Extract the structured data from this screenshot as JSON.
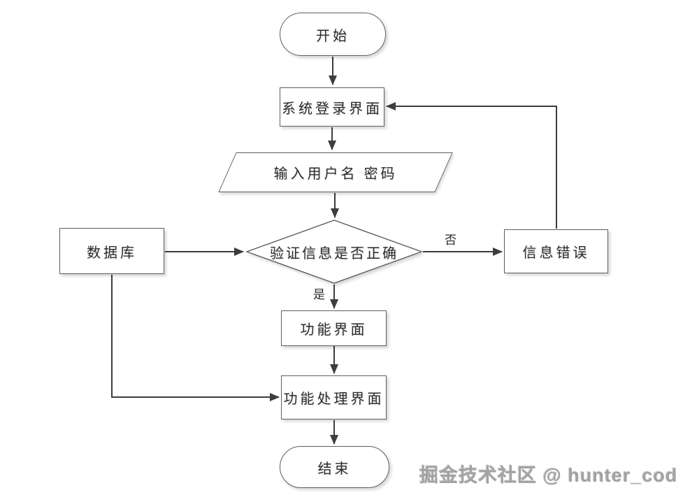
{
  "diagram": {
    "type": "flowchart",
    "nodes": {
      "start": {
        "label": "开始",
        "shape": "terminator"
      },
      "login": {
        "label": "系统登录界面",
        "shape": "process"
      },
      "input": {
        "label": "输入用户名 密码",
        "shape": "input-output"
      },
      "verify": {
        "label": "验证信息是否正确",
        "shape": "decision"
      },
      "database": {
        "label": "数据库",
        "shape": "process"
      },
      "error": {
        "label": "信息错误",
        "shape": "process"
      },
      "function": {
        "label": "功能界面",
        "shape": "process"
      },
      "handle": {
        "label": "功能处理界面",
        "shape": "process"
      },
      "end": {
        "label": "结束",
        "shape": "terminator"
      }
    },
    "edge_labels": {
      "no": "否",
      "yes": "是"
    }
  },
  "watermark": {
    "text": "掘金技术社区 @ hunter_code"
  },
  "colors": {
    "background": "#ffffff",
    "shape_fill": "#ffffff",
    "shape_border": "#5e5e5e",
    "connector": "#3d3d3d",
    "text": "#2b2b2b",
    "watermark_text": "#a2a2a2"
  }
}
